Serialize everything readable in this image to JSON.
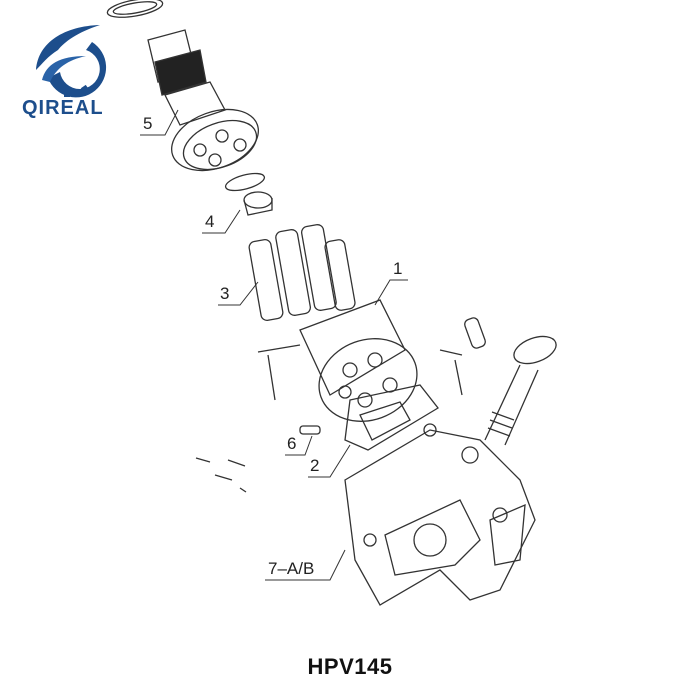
{
  "brand": {
    "name": "QIREAL",
    "color": "#1d4e8c"
  },
  "title": "HPV145",
  "callouts": [
    {
      "id": "5",
      "label": "5"
    },
    {
      "id": "4",
      "label": "4"
    },
    {
      "id": "3",
      "label": "3"
    },
    {
      "id": "1",
      "label": "1"
    },
    {
      "id": "6",
      "label": "6"
    },
    {
      "id": "2",
      "label": "2"
    },
    {
      "id": "7",
      "label": "7–A/B"
    }
  ]
}
